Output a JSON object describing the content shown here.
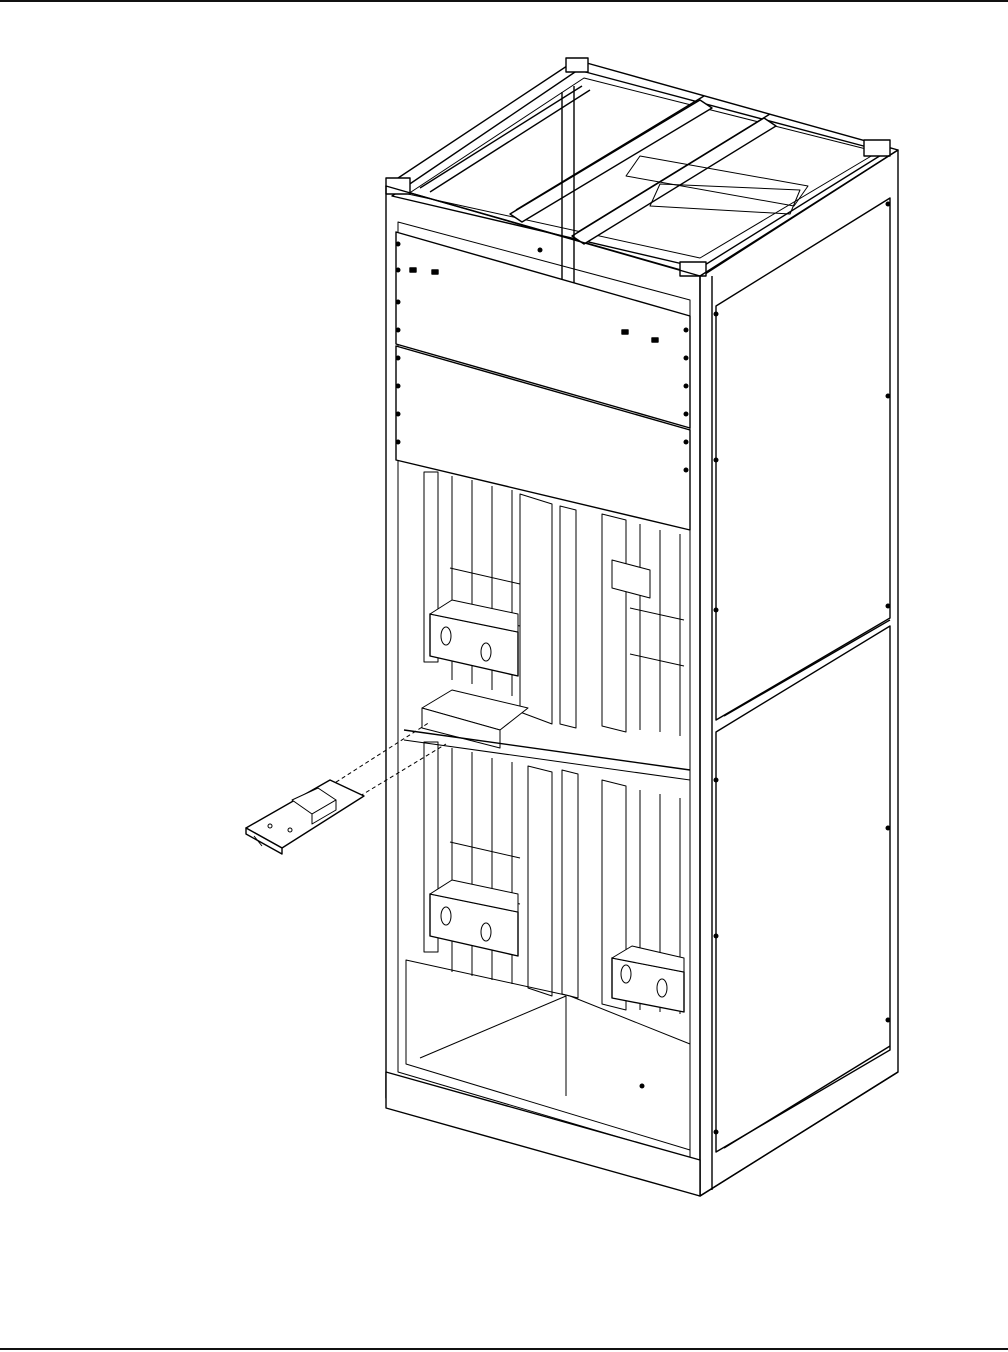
{
  "figure": {
    "subject": "equipment-cabinet-isometric",
    "line_color": "#000000",
    "paper_color": "#ffffff",
    "callout_style": "dashed-leader-lines",
    "removed_part": "circuit-board",
    "icons": [
      "cabinet-frame",
      "circuit-board-icon",
      "fan-tray-icon",
      "handle-icon"
    ]
  }
}
